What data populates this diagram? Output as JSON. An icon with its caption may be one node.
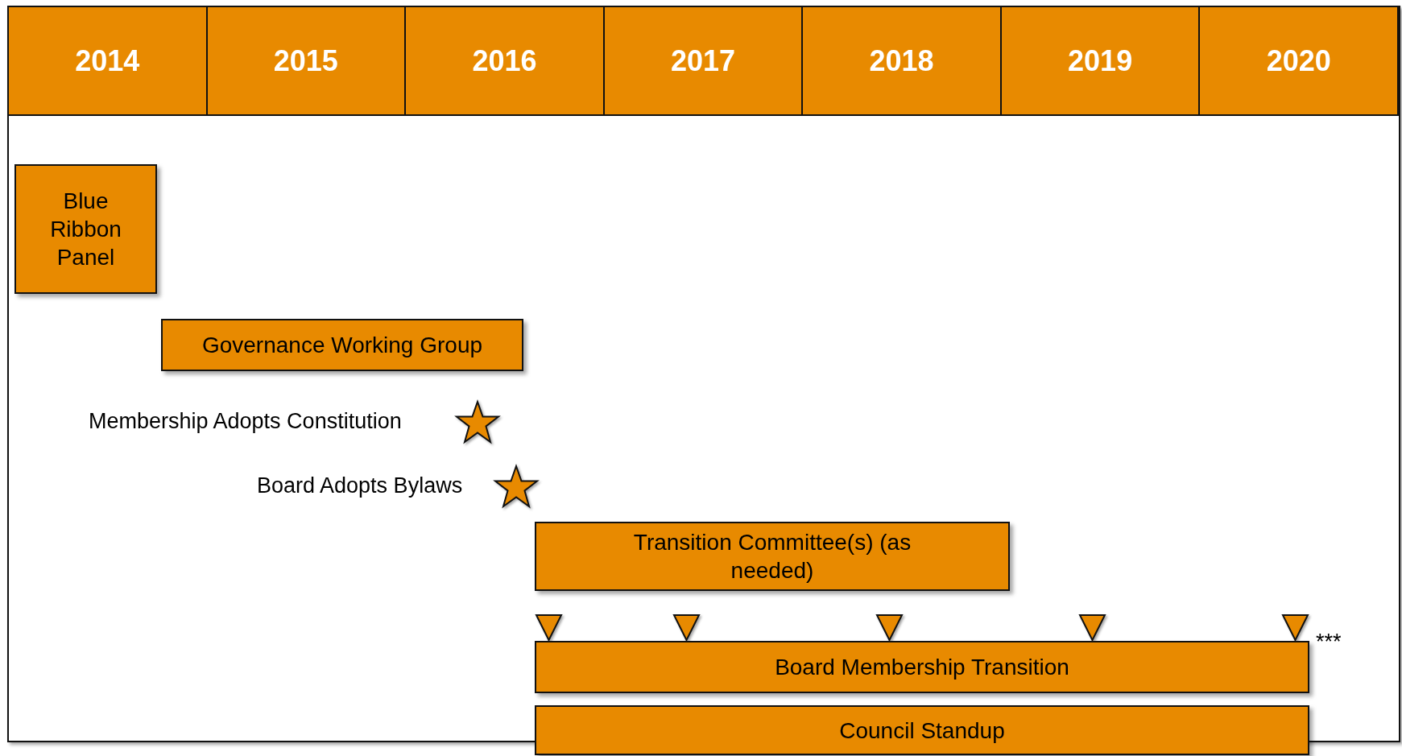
{
  "diagram": {
    "nodes": [
      {
        "text": [
          "2014"
        ]
      },
      {
        "text": [
          "2015"
        ]
      },
      {
        "text": [
          "2016"
        ]
      },
      {
        "text": [
          "2017"
        ]
      },
      {
        "text": [
          "2018"
        ]
      },
      {
        "text": [
          "2019"
        ]
      },
      {
        "text": [
          "2020"
        ]
      },
      {
        "text": [
          "Blue Ribbon Panel"
        ]
      },
      {
        "text": [
          "Governance Working Group"
        ]
      },
      {
        "text": [],
        "shape": "star",
        "beside": [
          "Membership Adopts Constitution"
        ]
      },
      {
        "text": [],
        "shape": "star",
        "beside": [
          "Board Adopts Bylaws"
        ]
      },
      {
        "text": [
          "Transition Committee(s) (as needed)"
        ]
      },
      {
        "text": [],
        "shape": "triangle"
      },
      {
        "text": [],
        "shape": "triangle"
      },
      {
        "text": [],
        "shape": "triangle"
      },
      {
        "text": [],
        "shape": "triangle"
      },
      {
        "text": [],
        "shape": "triangle"
      },
      {
        "text": [
          "Board Membership Transition"
        ],
        "beside": [
          "***"
        ]
      },
      {
        "text": [
          "Council Standup"
        ]
      }
    ]
  }
}
